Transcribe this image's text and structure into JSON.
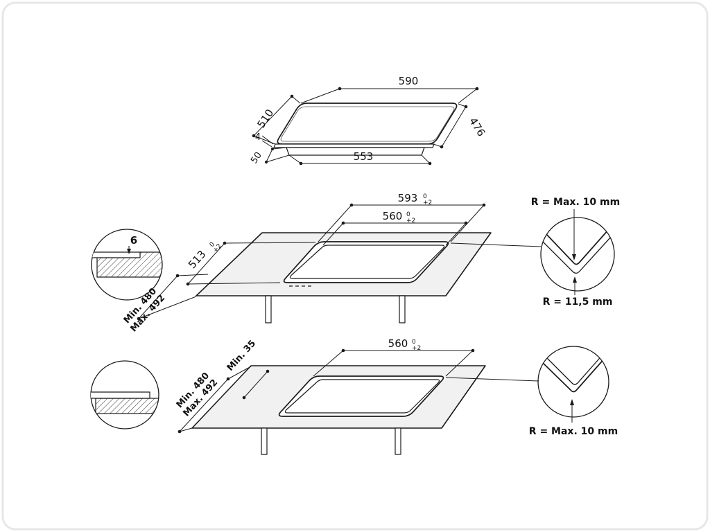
{
  "colors": {
    "line": "#1a1a1a",
    "counter_fill": "#f1f1f1",
    "background": "#ffffff"
  },
  "hob_view": {
    "width_rear": "590",
    "depth_left": "510",
    "depth_right": "476",
    "glass_thickness": "4",
    "body_height": "50",
    "width_front": "553"
  },
  "rebate_view": {
    "outer_width": "593",
    "outer_width_tol_upper": "0",
    "outer_width_tol_lower": "+2",
    "inner_width": "560",
    "inner_width_tol_upper": "0",
    "inner_width_tol_lower": "+2",
    "depth": "513",
    "depth_tol_upper": "0",
    "depth_tol_lower": "+2",
    "min_depth": "Min. 480",
    "max_depth": "Max. 492",
    "rebate_depth": "6",
    "radius_upper": "R = Max. 10 mm",
    "radius_lower": "R = 11,5 mm"
  },
  "overlap_view": {
    "width": "560",
    "width_tol_upper": "0",
    "width_tol_lower": "+2",
    "min_side": "Min. 35",
    "min_depth": "Min. 480",
    "max_depth": "Max. 492",
    "radius": "R = Max. 10 mm"
  }
}
